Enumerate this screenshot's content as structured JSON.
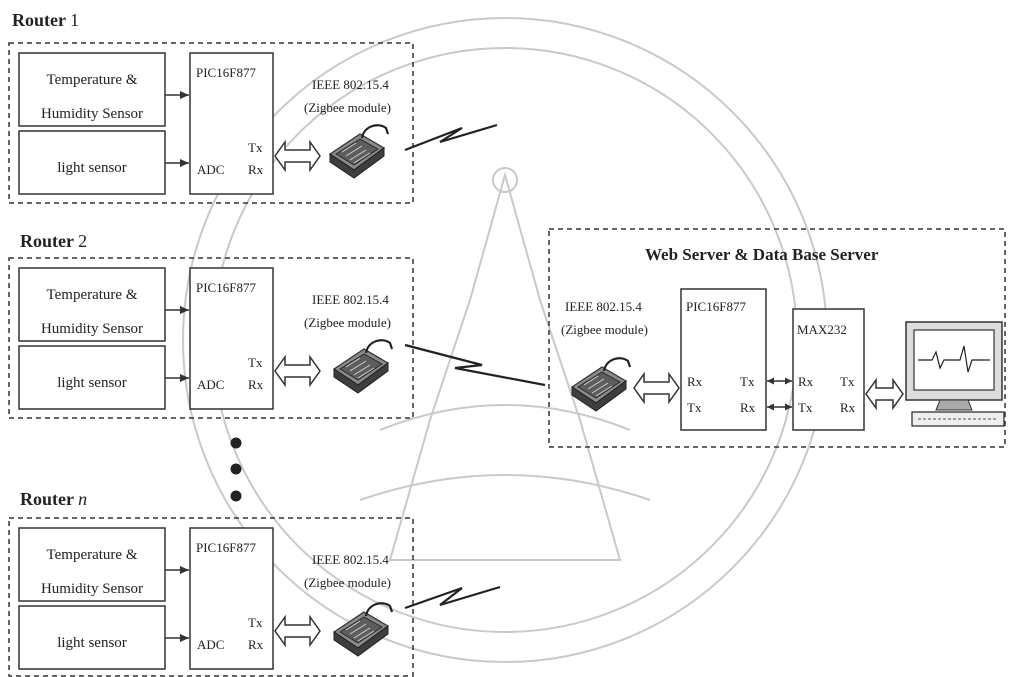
{
  "routers": [
    {
      "title": "Router",
      "suffix": "1",
      "sensor1_line1": "Temperature &",
      "sensor1_line2": "Humidity Sensor",
      "sensor2": "light sensor",
      "mcu": "PIC16F877",
      "adc": "ADC",
      "tx": "Tx",
      "rx": "Rx",
      "radio_line1": "IEEE 802.15.4",
      "radio_line2": "(Zigbee module)"
    },
    {
      "title": "Router",
      "suffix": "2",
      "sensor1_line1": "Temperature &",
      "sensor1_line2": "Humidity Sensor",
      "sensor2": "light sensor",
      "mcu": "PIC16F877",
      "adc": "ADC",
      "tx": "Tx",
      "rx": "Rx",
      "radio_line1": "IEEE 802.15.4",
      "radio_line2": "(Zigbee module)"
    },
    {
      "title": "Router",
      "suffix": "n",
      "sensor1_line1": "Temperature &",
      "sensor1_line2": "Humidity Sensor",
      "sensor2": "light sensor",
      "mcu": "PIC16F877",
      "adc": "ADC",
      "tx": "Tx",
      "rx": "Rx",
      "radio_line1": "IEEE 802.15.4",
      "radio_line2": "(Zigbee module)"
    }
  ],
  "server": {
    "title": "Web Server & Data Base Server",
    "radio_line1": "IEEE 802.15.4",
    "radio_line2": "(Zigbee module)",
    "mcu": "PIC16F877",
    "mcu_rx": "Rx",
    "mcu_tx_right": "Tx",
    "mcu_tx": "Tx",
    "mcu_rx_right": "Rx",
    "max": "MAX232",
    "max_rx": "Rx",
    "max_tx_right": "Tx",
    "max_tx": "Tx",
    "max_rx_right": "Rx"
  }
}
